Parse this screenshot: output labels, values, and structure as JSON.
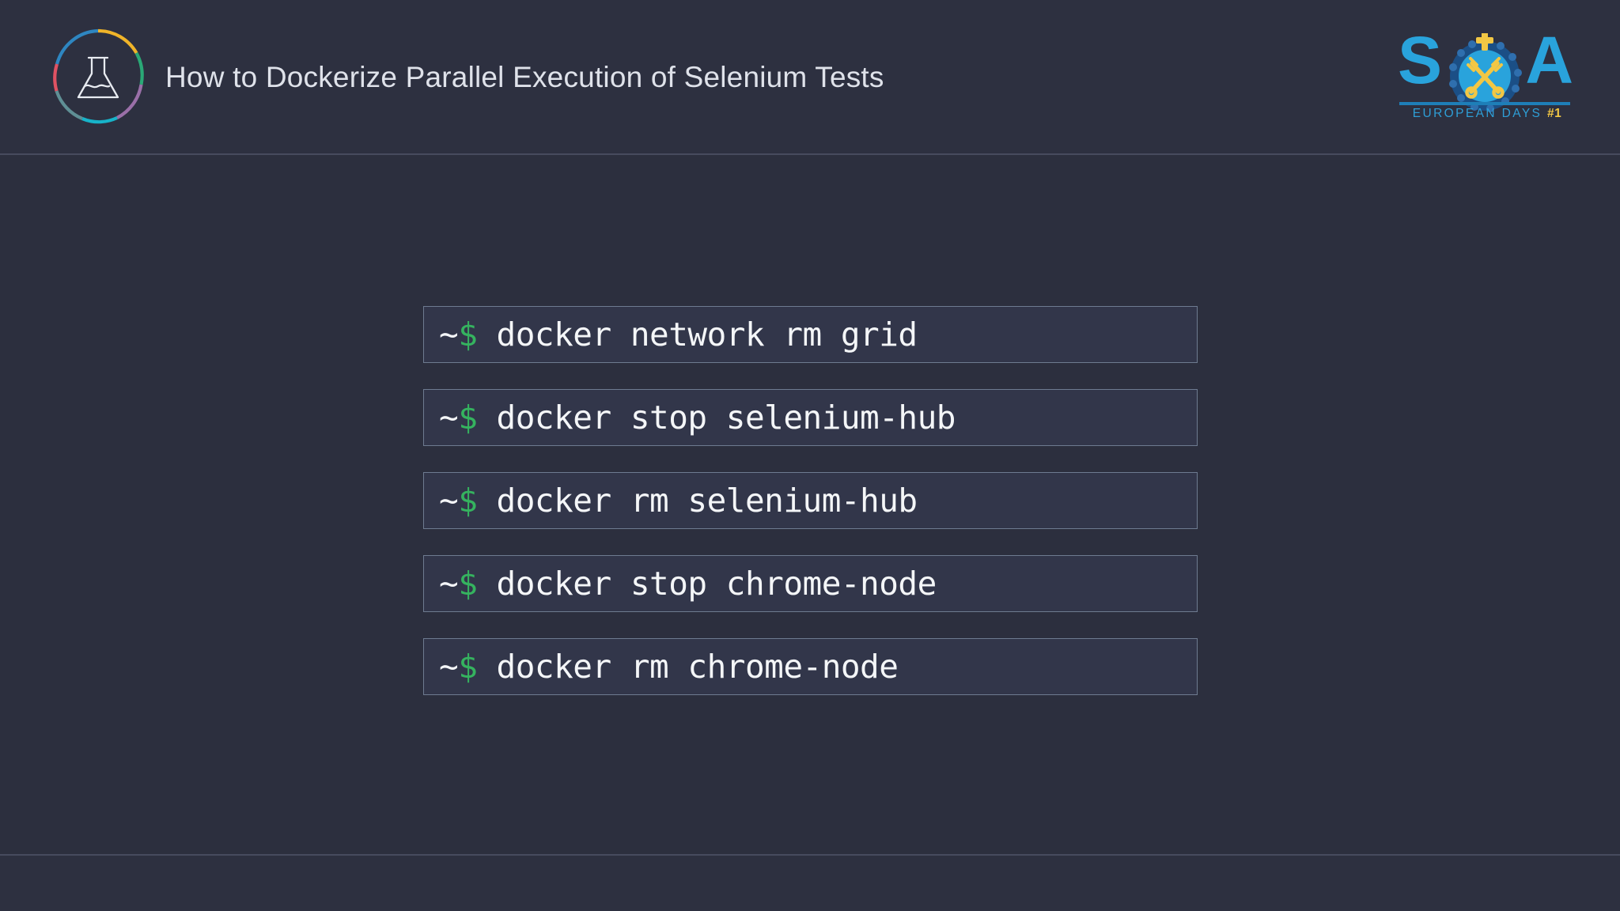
{
  "slide": {
    "title": "How to Dockerize Parallel Execution of Selenium Tests",
    "background_color": "#2c2f3e",
    "header_background_color": "#2d3040",
    "divider_color": "#474b5e"
  },
  "brand": {
    "icon_name": "flask-in-ring-logo",
    "ring_segment_colors": [
      "#f0b429",
      "#2aa876",
      "#9a6fa8",
      "#17b3c9",
      "#5f8f95",
      "#e05263",
      "#2e86c1"
    ],
    "flask_color": "#e8ebf1"
  },
  "soa_logo": {
    "letters": {
      "first": "S",
      "last": "A"
    },
    "letter_color": "#29a3dc",
    "subtitle_main": "EUROPEAN DAYS",
    "subtitle_accent": "#1",
    "subtitle_color": "#2e9ed6",
    "accent_color": "#f2c744",
    "emblem_name": "crossed-keys-emblem",
    "emblem_ring_color": "#1b4f86",
    "emblem_disc_color": "#29a3dc",
    "emblem_key_color": "#f2c744"
  },
  "terminal": {
    "prompt_tilde": "~",
    "prompt_dollar": "$",
    "prompt_color_tilde": "#f4f6f8",
    "prompt_color_dollar": "#35b35f",
    "box_background": "#32364a",
    "box_border": "#6e7b90",
    "command_color": "#f4f6f8",
    "commands": [
      {
        "command": " docker network rm grid"
      },
      {
        "command": " docker stop selenium-hub"
      },
      {
        "command": " docker rm selenium-hub"
      },
      {
        "command": " docker stop chrome-node"
      },
      {
        "command": " docker rm chrome-node"
      }
    ]
  }
}
